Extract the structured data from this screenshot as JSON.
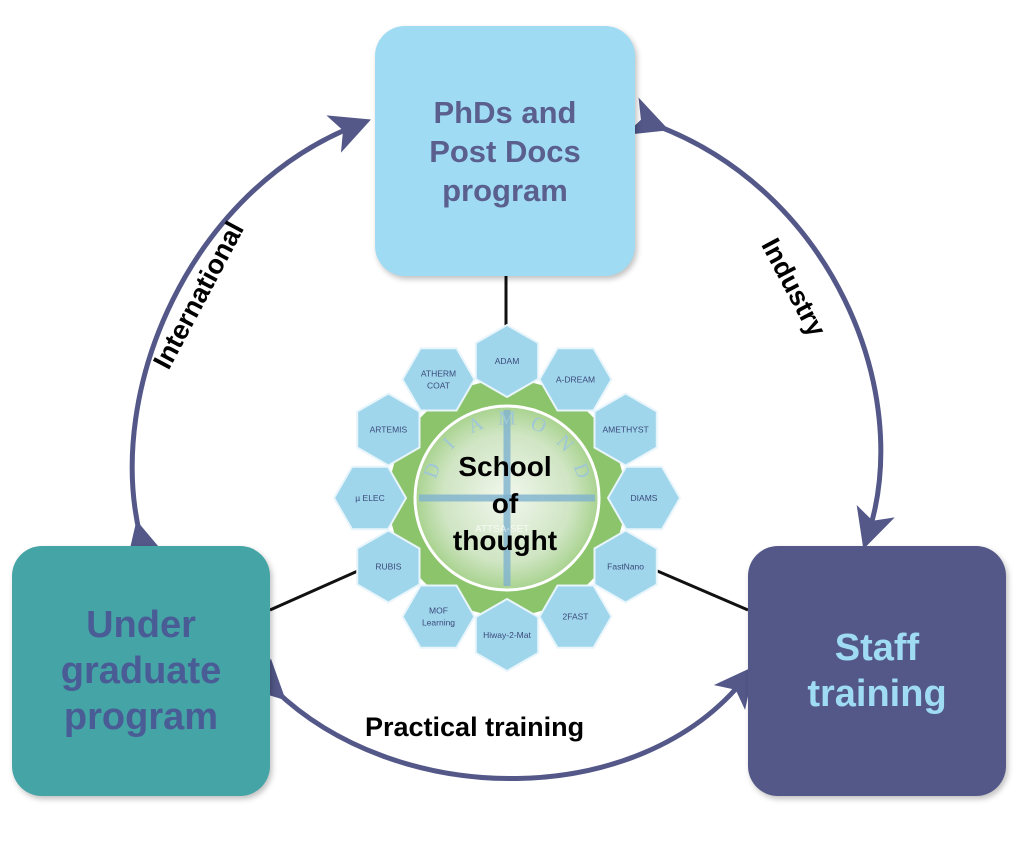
{
  "boxes": {
    "phd": "PhDs and\nPost Docs\nprogram",
    "undergrad": "Under\ngraduate\nprogram",
    "staff": "Staff\ntraining"
  },
  "center": {
    "label": "School\nof\nthought",
    "ring_word": "DIAMOND",
    "inner_label": "ATTSA-SET"
  },
  "arcs": {
    "international": "International",
    "industry": "Industry",
    "practical": "Practical training"
  },
  "petals": [
    "ADAM",
    "A-DREAM",
    "AMETHYST",
    "DIAMS",
    "FastNano",
    "2FAST",
    "Hiway-2-Mat",
    "MOF Learning",
    "RUBIS",
    "µ ELEC",
    "ARTEMIS",
    "ATHERM COAT"
  ],
  "colors": {
    "phd_box": "#9fdcf3",
    "undergrad_box": "#45a4a5",
    "staff_box": "#535889",
    "arrow": "#535889",
    "petal": "#9fd6ec",
    "wreath": "#8cc46b"
  }
}
